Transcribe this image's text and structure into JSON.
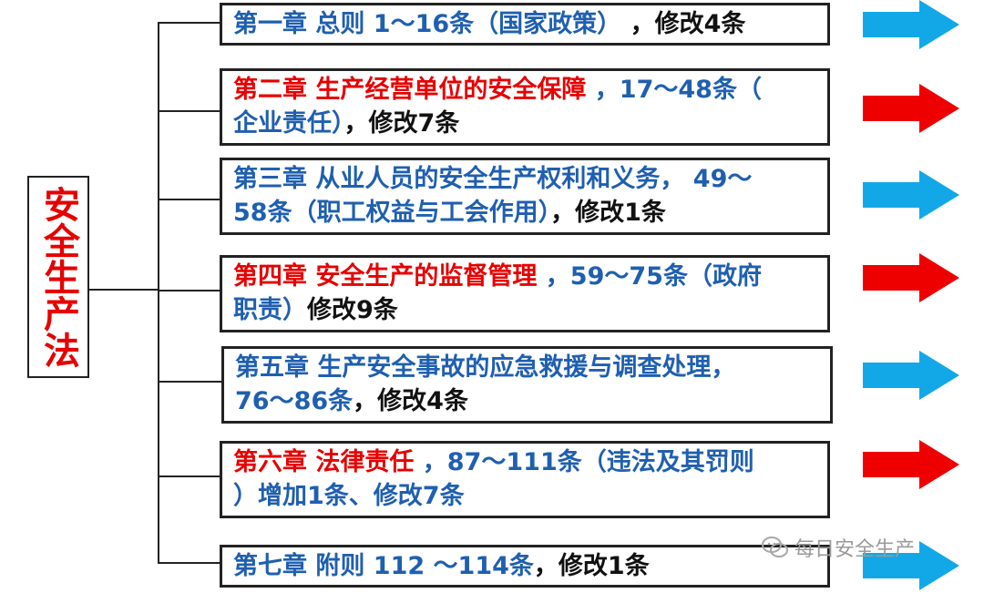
{
  "root": {
    "label": "安全生产法"
  },
  "colors": {
    "blue": "#1f5fb0",
    "red": "#e60000",
    "arrow_blue": "#12a8e8",
    "arrow_red": "#ee0000"
  },
  "chapters": [
    {
      "line1": [
        {
          "text": "第一章 总则 1～16条（国家政策）",
          "color": "blue"
        },
        {
          "text": " ，修改4条",
          "color": "black"
        }
      ],
      "line2": [],
      "arrow_color": "blue"
    },
    {
      "line1": [
        {
          "text": "第二章 生产经营单位的安全保障",
          "color": "red"
        },
        {
          "text": " ，17～48条（",
          "color": "blue"
        }
      ],
      "line2": [
        {
          "text": "企业责任）",
          "color": "blue"
        },
        {
          "text": "，修改7条",
          "color": "black"
        }
      ],
      "arrow_color": "red"
    },
    {
      "line1": [
        {
          "text": "第三章 从业人员的安全生产权利和义务， 49～",
          "color": "blue"
        }
      ],
      "line2": [
        {
          "text": "58条（职工权益与工会作用）",
          "color": "blue"
        },
        {
          "text": "，修改1条",
          "color": "black"
        }
      ],
      "arrow_color": "blue"
    },
    {
      "line1": [
        {
          "text": "第四章 安全生产的监督管理",
          "color": "red"
        },
        {
          "text": " ，59～75条（政府",
          "color": "blue"
        }
      ],
      "line2": [
        {
          "text": "职责）",
          "color": "blue"
        },
        {
          "text": "修改9条",
          "color": "black"
        }
      ],
      "arrow_color": "red"
    },
    {
      "line1": [
        {
          "text": "第五章 生产安全事故的应急救援与调查处理，",
          "color": "blue"
        }
      ],
      "line2": [
        {
          "text": "76～86条",
          "color": "blue"
        },
        {
          "text": "，修改4条",
          "color": "black"
        }
      ],
      "arrow_color": "blue"
    },
    {
      "line1": [
        {
          "text": "第六章 法律责任",
          "color": "red"
        },
        {
          "text": " ，87～111条（违法及其罚则",
          "color": "blue"
        }
      ],
      "line2": [
        {
          "text": "）增加1条、修改7条",
          "color": "blue"
        }
      ],
      "arrow_color": "red"
    },
    {
      "line1": [
        {
          "text": "第七章 附则 112 ～114条",
          "color": "blue"
        },
        {
          "text": "，修改1条",
          "color": "black"
        }
      ],
      "line2": [],
      "arrow_color": "blue"
    }
  ],
  "watermark": {
    "text": "每日安全生产",
    "icon": "wechat-icon"
  }
}
